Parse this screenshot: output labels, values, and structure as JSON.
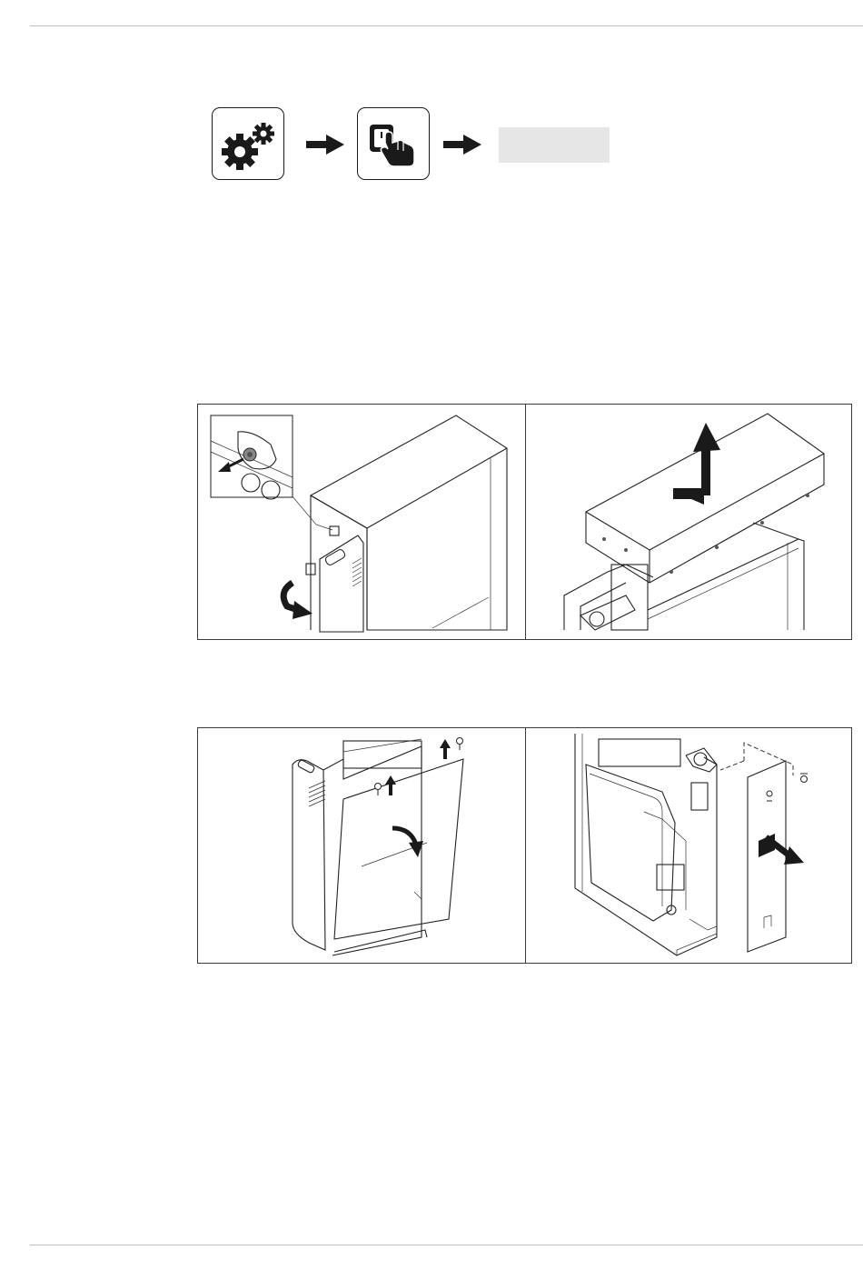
{
  "page": {
    "settings_icon": "settings-gears-icon",
    "touch_icon": "touch-screen-icon",
    "flow_arrow_icon": "right-arrow-icon",
    "blank_field_color": "#e6e6e6",
    "panel_fill_color": "#cfcfcf"
  },
  "figures": [
    {
      "id": "remove-front-cover",
      "icons": [
        "detail-screw-icon",
        "swing-open-arrow-icon"
      ]
    },
    {
      "id": "lift-top-cover",
      "icons": [
        "lift-up-arrow-icon"
      ]
    },
    {
      "id": "remove-side-panel",
      "icons": [
        "screw-icon",
        "tilt-arrow-icon"
      ]
    },
    {
      "id": "pull-off-rear-panel",
      "icons": [
        "screw-icon",
        "pull-arrow-icon"
      ]
    }
  ]
}
